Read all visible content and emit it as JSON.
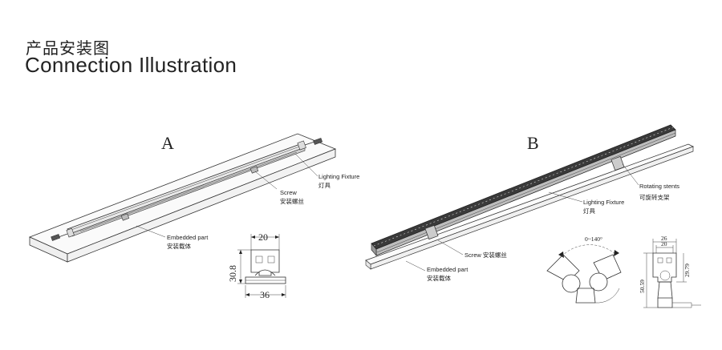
{
  "header": {
    "title_cn": "产品安装图",
    "title_en": "Connection Illustration"
  },
  "diagram_a": {
    "letter": "A",
    "callouts": {
      "lighting_fixture_en": "Lighting Fixture",
      "lighting_fixture_cn": "灯具",
      "screw_en": "Screw",
      "screw_cn": "安装螺丝",
      "embedded_en": "Embedded part",
      "embedded_cn": "安装载体"
    },
    "dimensions": {
      "width_top": "20",
      "height": "30.8",
      "width_bottom": "36"
    }
  },
  "diagram_b": {
    "letter": "B",
    "callouts": {
      "rotating_en": "Rotating stents",
      "rotating_cn": "可旋转支架",
      "lighting_fixture_en": "Lighting Fixture",
      "lighting_fixture_cn": "灯具",
      "screw": "Screw 安装螺丝",
      "embedded_en": "Embedded part",
      "embedded_cn": "安装载体"
    },
    "angle": "0~140°",
    "dimensions": {
      "outer_width": "26",
      "inner_width": "20",
      "upper_height": "29.79",
      "total_height": "50.59"
    }
  }
}
